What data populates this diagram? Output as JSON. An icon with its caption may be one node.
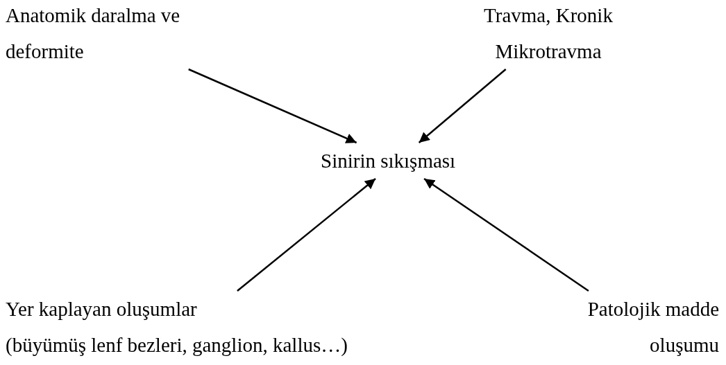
{
  "diagram": {
    "nodes": [
      {
        "text": [
          "Anatomik daralma ve deformite"
        ]
      },
      {
        "text": [
          "Travma, Kronik Mikrotravma"
        ]
      },
      {
        "text": [
          "Sinirin sıkışması"
        ]
      },
      {
        "text": [
          "Yer kaplayan oluşumlar",
          "(büyümüş lenf bezleri, ganglion, kallus…)"
        ]
      },
      {
        "text": [
          "Patolojik madde oluşumu"
        ]
      }
    ],
    "edges": [
      {
        "from": 0,
        "to": 2,
        "arrow": "to"
      },
      {
        "from": 1,
        "to": 2,
        "arrow": "to"
      },
      {
        "from": 3,
        "to": 2,
        "arrow": "to"
      },
      {
        "from": 4,
        "to": 2,
        "arrow": "to"
      }
    ]
  }
}
